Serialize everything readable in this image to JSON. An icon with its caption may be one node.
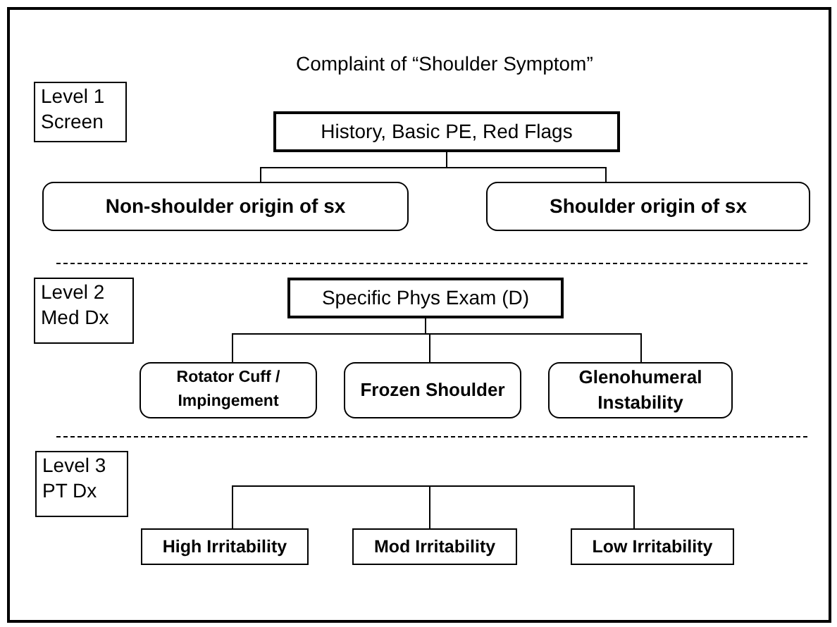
{
  "diagram": {
    "title": "Complaint of “Shoulder Symptom”",
    "nodes": [
      {
        "text": [
          "Level 1 Screen"
        ]
      },
      {
        "text": [
          "History, Basic PE, Red Flags"
        ]
      },
      {
        "text": [
          "Non-shoulder origin of sx"
        ]
      },
      {
        "text": [
          "Shoulder origin of sx"
        ]
      },
      {
        "text": [
          "Level 2 Med Dx"
        ]
      },
      {
        "text": [
          "Specific Phys Exam (D)"
        ]
      },
      {
        "text": [
          "Rotator Cuff / Impingement"
        ]
      },
      {
        "text": [
          "Frozen Shoulder"
        ]
      },
      {
        "text": [
          "Glenohumeral Instability"
        ]
      },
      {
        "text": [
          "Level 3 PT Dx"
        ]
      },
      {
        "text": [
          "High Irritability"
        ]
      },
      {
        "text": [
          "Mod Irritability"
        ]
      },
      {
        "text": [
          "Low Irritability"
        ]
      }
    ],
    "edges": [
      {
        "from": 1,
        "to": 2,
        "arrow": "none"
      },
      {
        "from": 1,
        "to": 3,
        "arrow": "none"
      },
      {
        "from": 5,
        "to": 6,
        "arrow": "none"
      },
      {
        "from": 5,
        "to": 7,
        "arrow": "none"
      },
      {
        "from": 5,
        "to": 8,
        "arrow": "none"
      },
      {
        "from": null,
        "to": 10,
        "arrow": "none"
      },
      {
        "from": null,
        "to": 11,
        "arrow": "none"
      },
      {
        "from": null,
        "to": 12,
        "arrow": "none"
      }
    ]
  }
}
